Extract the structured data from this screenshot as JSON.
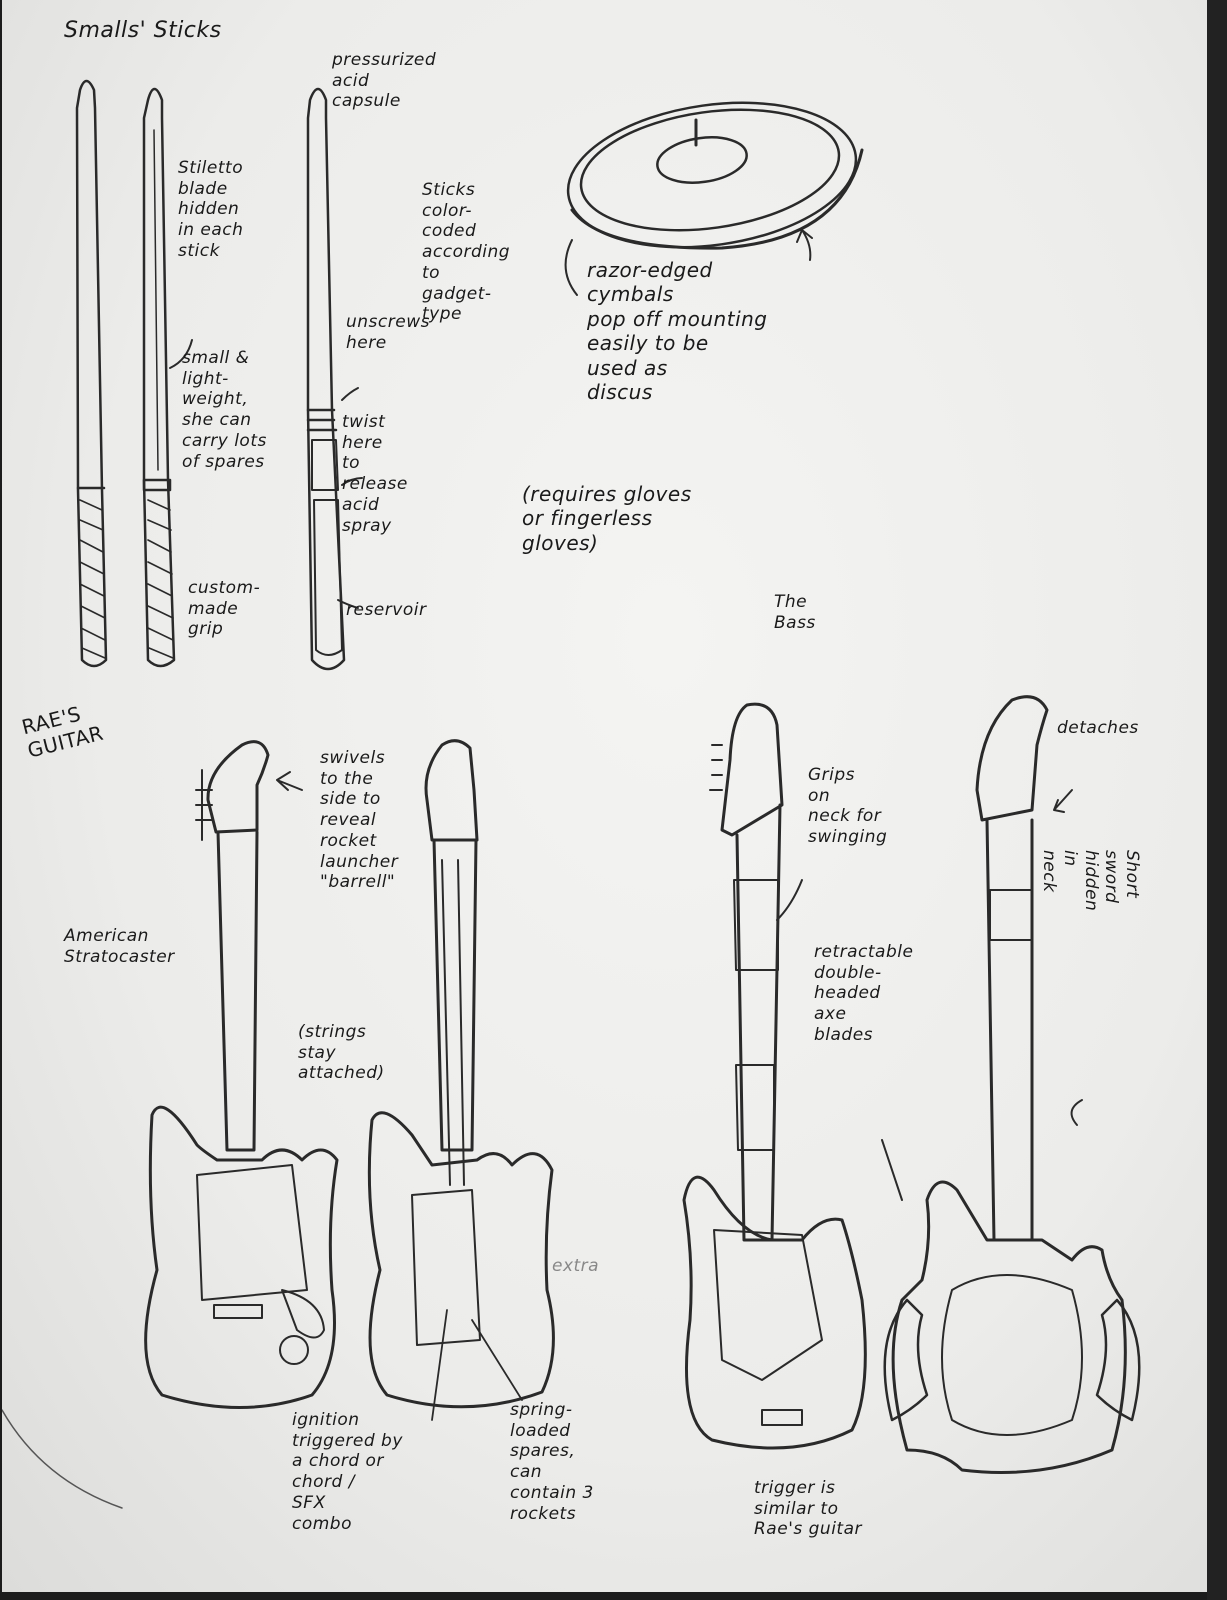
{
  "notes": {
    "title": "Smalls' Sticks",
    "pressurized": "pressurized\nacid\ncapsule",
    "stiletto": "Stiletto\nblade\nhidden\nin each\nstick",
    "sticks_color": "Sticks\ncolor-\ncoded\naccording\nto\ngadget-\ntype",
    "unscrews": "unscrews\nhere",
    "small_light": "small &\nlight-\nweight,\nshe can\ncarry lots\nof spares",
    "twist": "twist\nhere\nto\nrelease\nacid\nspray",
    "custom_grip": "custom-\nmade\ngrip",
    "reservoir": "reservoir",
    "cymbals": "razor-edged\ncymbals\npop off mounting\neasily to be\nused as\ndiscus",
    "gloves": "(requires gloves\nor fingerless\ngloves)",
    "the_bass": "The\nBass",
    "raes_guitar": "RAE'S\nGUITAR",
    "american": "American\nStratocaster",
    "swivels": "swivels\nto the\nside to\nreveal\nrocket\nlauncher\n\"barrell\"",
    "strings": "(strings\nstay\nattached)",
    "grips": "Grips\non\nneck for\nswinging",
    "detaches": "detaches",
    "short_sword": "Short sword\nhidden in\nneck",
    "retractable": "retractable\ndouble-\nheaded\naxe\nblades",
    "extra": "extra",
    "ignition": "ignition\ntriggered by\na chord or\nchord /\nSFX\ncombo",
    "spring": "spring-\nloaded\nspares,\ncan\ncontain 3\nrockets",
    "trigger": "trigger is\nsimilar to\nRae's guitar"
  }
}
